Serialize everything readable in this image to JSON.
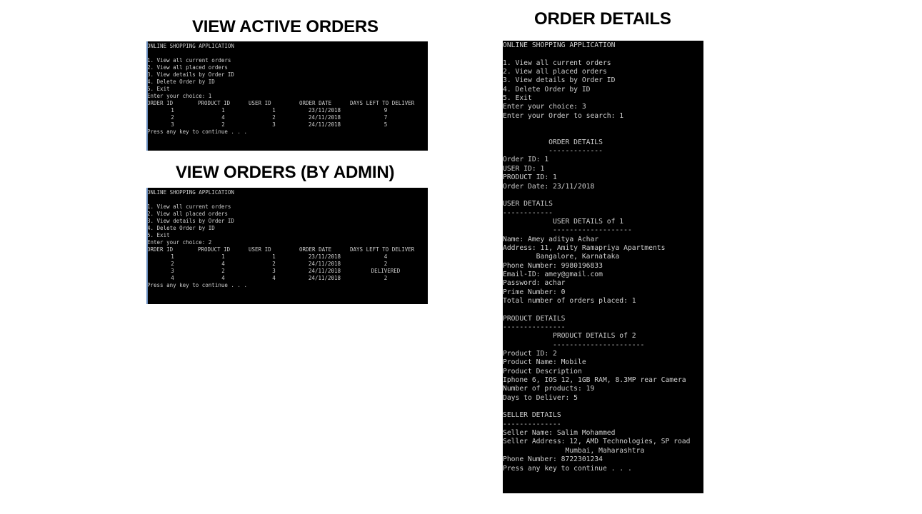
{
  "panels": {
    "active": {
      "heading": "VIEW ACTIVE ORDERS",
      "app_title": "ONLINE SHOPPING APPLICATION",
      "menu": [
        "1. View all current orders",
        "2. View all placed orders",
        "3. View details by Order ID",
        "4. Delete Order by ID",
        "5. Exit"
      ],
      "prompt": "Enter your choice: 1",
      "columns": [
        "ORDER ID",
        "PRODUCT ID",
        "USER ID",
        "ORDER DATE",
        "DAYS LEFT TO DELIVER"
      ],
      "rows": [
        [
          "1",
          "1",
          "1",
          "23/11/2018",
          "9"
        ],
        [
          "2",
          "4",
          "2",
          "24/11/2018",
          "7"
        ],
        [
          "3",
          "2",
          "3",
          "24/11/2018",
          "5"
        ]
      ],
      "footer": "Press any key to continue . . ."
    },
    "admin": {
      "heading": "VIEW ORDERS (BY ADMIN)",
      "app_title": "ONLINE SHOPPING APPLICATION",
      "menu": [
        "1. View all current orders",
        "2. View all placed orders",
        "3. View details by Order ID",
        "4. Delete Order by ID",
        "5. Exit"
      ],
      "prompt": "Enter your choice: 2",
      "columns": [
        "ORDER ID",
        "PRODUCT ID",
        "USER ID",
        "ORDER DATE",
        "DAYS LEFT TO DELIVER"
      ],
      "rows": [
        [
          "1",
          "1",
          "1",
          "23/11/2018",
          "4"
        ],
        [
          "2",
          "4",
          "2",
          "24/11/2018",
          "2"
        ],
        [
          "3",
          "2",
          "3",
          "24/11/2018",
          "DELIVERED"
        ],
        [
          "4",
          "4",
          "4",
          "24/11/2018",
          "2"
        ]
      ],
      "footer": "Press any key to continue . . ."
    },
    "details": {
      "heading": "ORDER DETAILS",
      "lines": [
        "ONLINE SHOPPING APPLICATION",
        "",
        "1. View all current orders",
        "2. View all placed orders",
        "3. View details by Order ID",
        "4. Delete Order by ID",
        "5. Exit",
        "Enter your choice: 3",
        "Enter your Order to search: 1",
        "",
        "",
        "           ORDER DETAILS",
        "           -------------",
        "Order ID: 1",
        "USER ID: 1",
        "PRODUCT ID: 1",
        "Order Date: 23/11/2018",
        "",
        "USER DETAILS",
        "------------",
        "            USER DETAILS of 1",
        "            -------------------",
        "Name: Amey aditya Achar",
        "Address: 11, Amity Ramapriya Apartments",
        "        Bangalore, Karnataka",
        "Phone Number: 9980196833",
        "Email-ID: amey@gmail.com",
        "Password: achar",
        "Prime Number: 0",
        "Total number of orders placed: 1",
        "",
        "PRODUCT DETAILS",
        "---------------",
        "            PRODUCT DETAILS of 2",
        "            ----------------------",
        "Product ID: 2",
        "Product Name: Mobile",
        "Product Description",
        "Iphone 6, IOS 12, 1GB RAM, 8.3MP rear Camera",
        "Number of products: 19",
        "Days to Deliver: 5",
        "",
        "SELLER DETAILS",
        "--------------",
        "Seller Name: Salim Mohammed",
        "Seller Address: 12, AMD Technologies, SP road",
        "               Mumbai, Maharashtra",
        "Phone Number: 8722301234",
        "Press any key to continue . . ."
      ]
    }
  }
}
